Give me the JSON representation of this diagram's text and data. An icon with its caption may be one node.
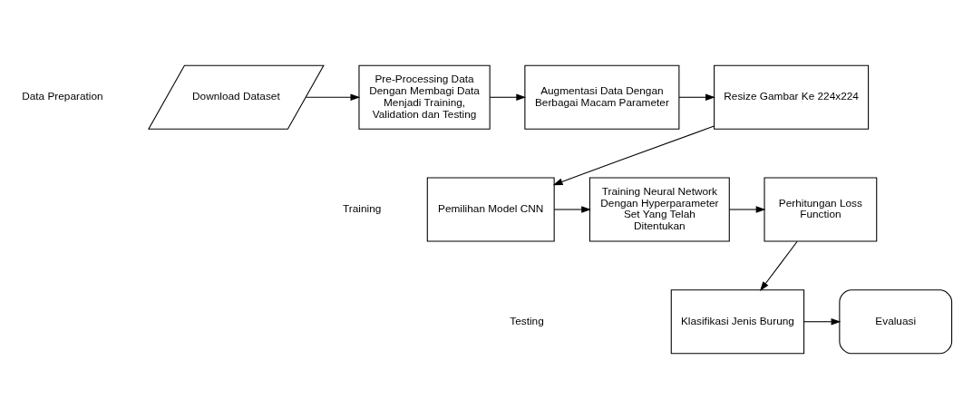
{
  "diagram": {
    "nodes": [
      {
        "text": [
          "Download Dataset"
        ]
      },
      {
        "text": [
          "Pre-Processing Data Dengan Membagi Data Menjadi Training, Validation dan Testing"
        ]
      },
      {
        "text": [
          "Augmentasi Data Dengan Berbagai Macam Parameter"
        ]
      },
      {
        "text": [
          "Resize Gambar Ke 224x224"
        ]
      },
      {
        "text": [
          "Pemilihan Model CNN"
        ]
      },
      {
        "text": [
          "Training Neural Network Dengan Hyperparameter Set Yang Telah Ditentukan"
        ]
      },
      {
        "text": [
          "Perhitungan Loss Function"
        ]
      },
      {
        "text": [
          "Klasifikasi Jenis Burung"
        ]
      },
      {
        "text": [
          "Evaluasi"
        ]
      }
    ],
    "edges": [
      {
        "from": 0,
        "to": 1,
        "arrow": "to"
      },
      {
        "from": 1,
        "to": 2,
        "arrow": "to"
      },
      {
        "from": 2,
        "to": 3,
        "arrow": "to"
      },
      {
        "from": 3,
        "to": 4,
        "arrow": "to"
      },
      {
        "from": 4,
        "to": 5,
        "arrow": "to"
      },
      {
        "from": 5,
        "to": 6,
        "arrow": "to"
      },
      {
        "from": 6,
        "to": 7,
        "arrow": "to"
      },
      {
        "from": 7,
        "to": 8,
        "arrow": "to"
      }
    ],
    "labels": [
      "Data Preparation",
      "Training",
      "Testing"
    ]
  }
}
